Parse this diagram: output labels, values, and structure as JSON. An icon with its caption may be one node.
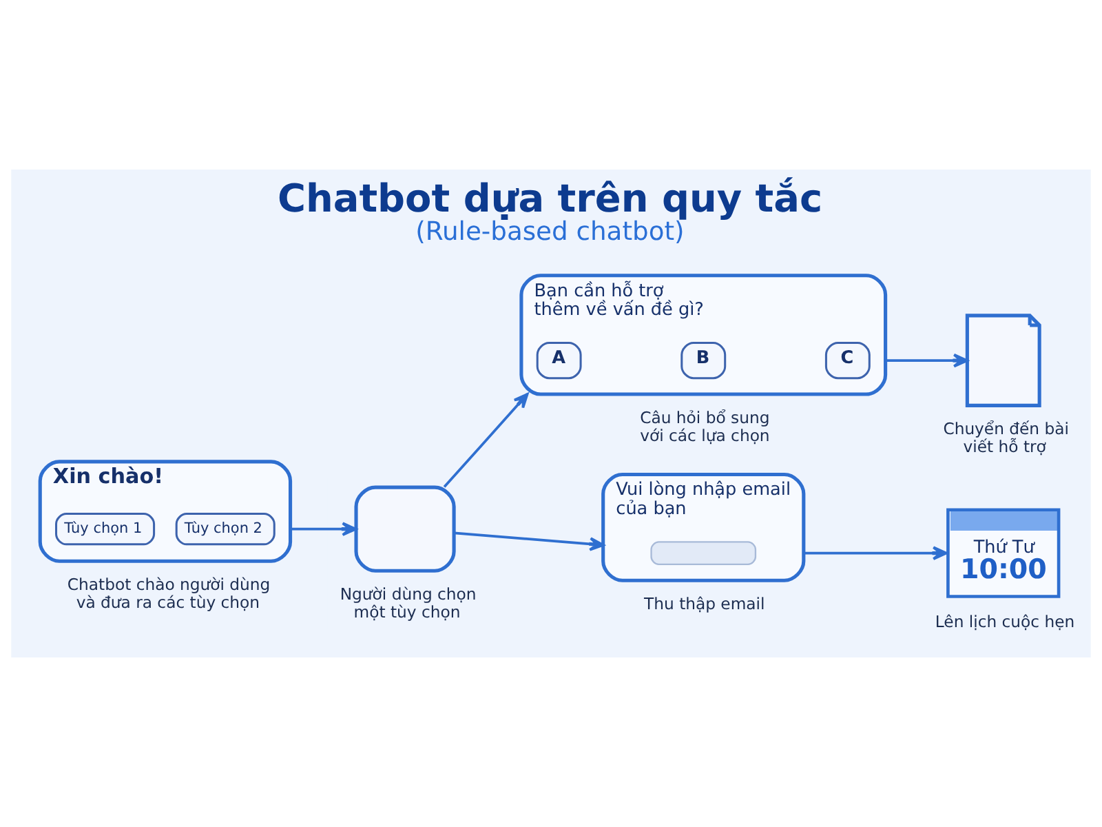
{
  "diagram": {
    "title": "Chatbot dựa trên quy tắc (Rule-based chatbot)",
    "nodes": [
      {
        "text": [
          "Xin chào!"
        ],
        "beside": [
          "Chatbot chào người dùng và đưa ra các tùy chọn"
        ]
      },
      {
        "text": [
          "Tùy chọn 1"
        ],
        "in": 0
      },
      {
        "text": [
          "Tùy chọn 2"
        ],
        "in": 0
      },
      {
        "text": [],
        "shape": "box",
        "beside": [
          "Người dùng chọn một tùy chọn"
        ]
      },
      {
        "text": [
          "Vui lòng nhập email của bạn"
        ],
        "beside": [
          "Thu thập email"
        ]
      },
      {
        "text": [],
        "shape": "box",
        "in": 4
      },
      {
        "text": [
          "Thứ Tư",
          "10:00"
        ],
        "beside": [
          "Lên lịch cuộc hẹn"
        ]
      },
      {
        "text": [
          "Bạn cần hỗ trợ thêm về vấn đề gì?"
        ],
        "beside": [
          "Câu hỏi bổ sung với các lựa chọn"
        ]
      },
      {
        "text": [
          "A"
        ],
        "in": 7
      },
      {
        "text": [
          "B"
        ],
        "in": 7
      },
      {
        "text": [
          "C"
        ],
        "in": 7
      },
      {
        "text": [],
        "shape": "document",
        "beside": [
          "Chuyển đến bài viết hỗ trợ"
        ]
      }
    ],
    "edges": [
      {
        "from": 0,
        "to": 3,
        "arrow": "to"
      },
      {
        "from": 3,
        "to": 4,
        "arrow": "to"
      },
      {
        "from": 3,
        "to": 7,
        "arrow": "to"
      },
      {
        "from": 4,
        "to": 6,
        "arrow": "to"
      },
      {
        "from": 7,
        "to": 11,
        "arrow": "to"
      }
    ]
  }
}
